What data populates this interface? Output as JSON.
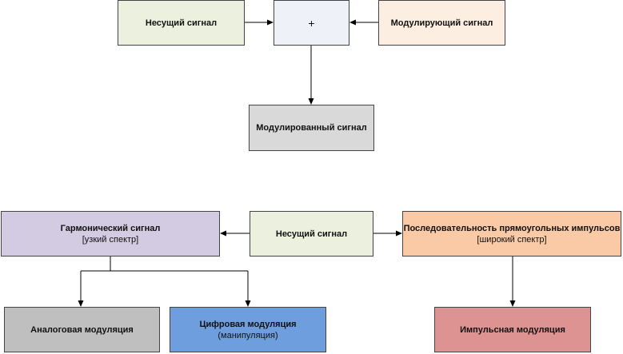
{
  "top_diagram": {
    "carrier_label": "Несущий сигнал",
    "sum_symbol": "+",
    "modulating_label": "Модулирующий сигнал",
    "modulated_label": "Модулированный сигнал"
  },
  "bottom_diagram": {
    "carrier_label": "Несущий сигнал",
    "harmonic": {
      "title": "Гармонический сигнал",
      "subtitle": "[узкий спектр]"
    },
    "pulses": {
      "title": "Последовательность прямоугольных импульсов",
      "subtitle": "[широкий спектр]"
    },
    "analog_label": "Аналоговая модуляция",
    "digital": {
      "title": "Цифровая модуляция",
      "subtitle": "(манипуляция)"
    },
    "pulse_modulation_label": "Импульсная модуляция"
  },
  "colors": {
    "carrier": "#ebf1de",
    "sum": "#eef2f8",
    "modulating": "#fdeee2",
    "modulated": "#d9d9d9",
    "harmonic": "#d3cbe1",
    "pulses": "#fac9a5",
    "analog": "#bfbfbf",
    "digital": "#6f9ede",
    "pulse_modulation": "#dd9392",
    "connector": "#000000"
  }
}
